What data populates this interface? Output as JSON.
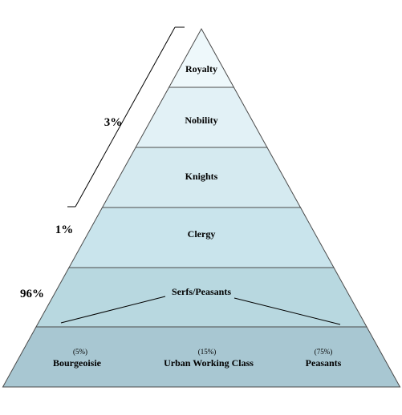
{
  "layers": [
    {
      "label": "Royalty",
      "color": "#eef8fb"
    },
    {
      "label": "Nobility",
      "color": "#e2f1f6"
    },
    {
      "label": "Knights",
      "color": "#d5eaf0"
    },
    {
      "label": "Clergy",
      "color": "#c9e4ec"
    },
    {
      "label": "Serfs/Peasants",
      "color": "#b8d8e0"
    },
    {
      "label": "",
      "color": "#a8c7d2"
    }
  ],
  "groups": [
    {
      "label": "3%"
    },
    {
      "label": "1%"
    },
    {
      "label": "96%"
    }
  ],
  "subgroups": [
    {
      "pct": "(5%)",
      "label": "Bourgeoisie"
    },
    {
      "pct": "(15%)",
      "label": "Urban Working Class"
    },
    {
      "pct": "(75%)",
      "label": "Peasants"
    }
  ],
  "colors": {
    "outline": "#4a4a4a",
    "text": "#000000"
  }
}
